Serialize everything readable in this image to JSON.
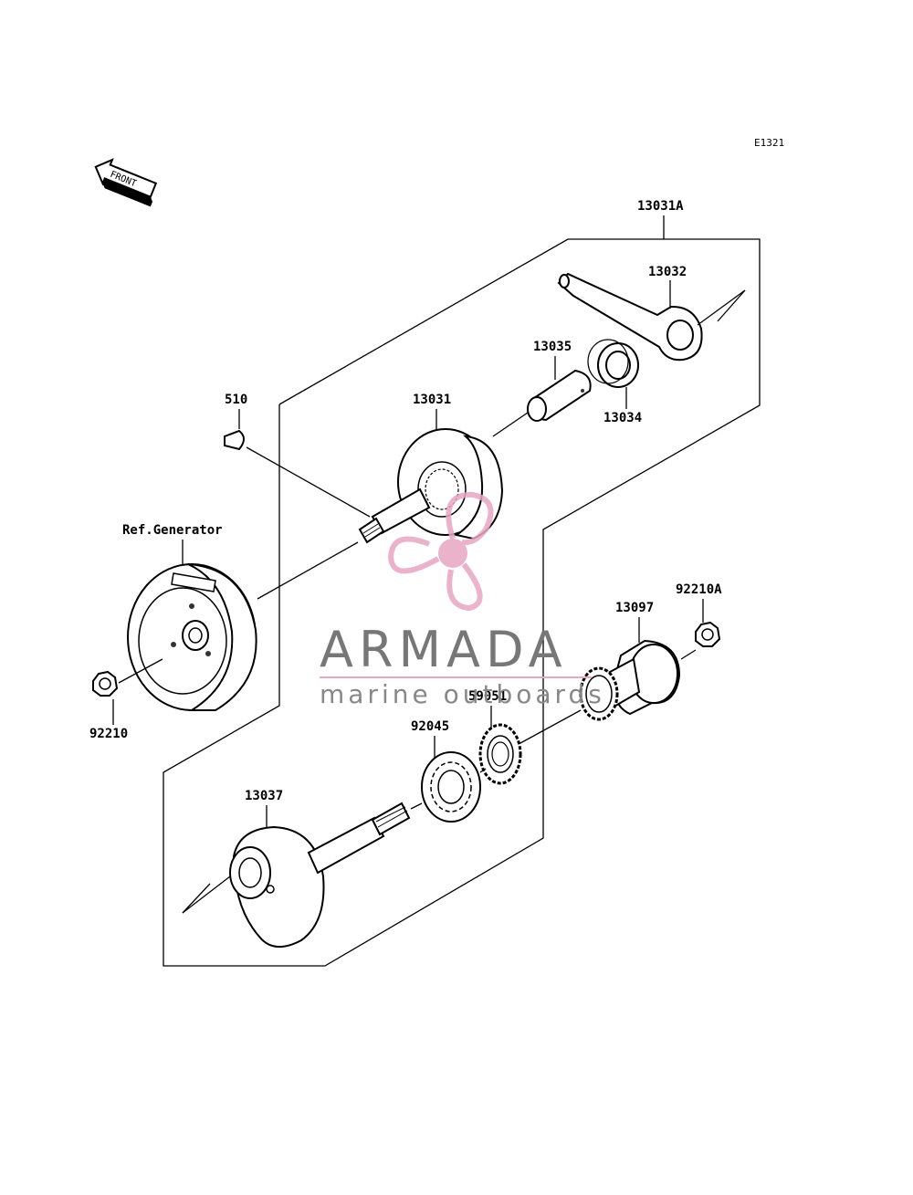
{
  "diagram": {
    "code": "E1321",
    "front_arrow": "FRONT",
    "labels": {
      "p13031A": "13031A",
      "p13032": "13032",
      "p13035": "13035",
      "p13034": "13034",
      "p13031": "13031",
      "p510": "510",
      "ref_generator": "Ref.Generator",
      "p92210": "92210",
      "p92210A": "92210A",
      "p13097": "13097",
      "p59051": "59051",
      "p92045": "92045",
      "p13037": "13037"
    }
  },
  "watermark": {
    "brand": "ARMADA",
    "tagline": "marine outboards",
    "color": "#e8a6c3"
  }
}
